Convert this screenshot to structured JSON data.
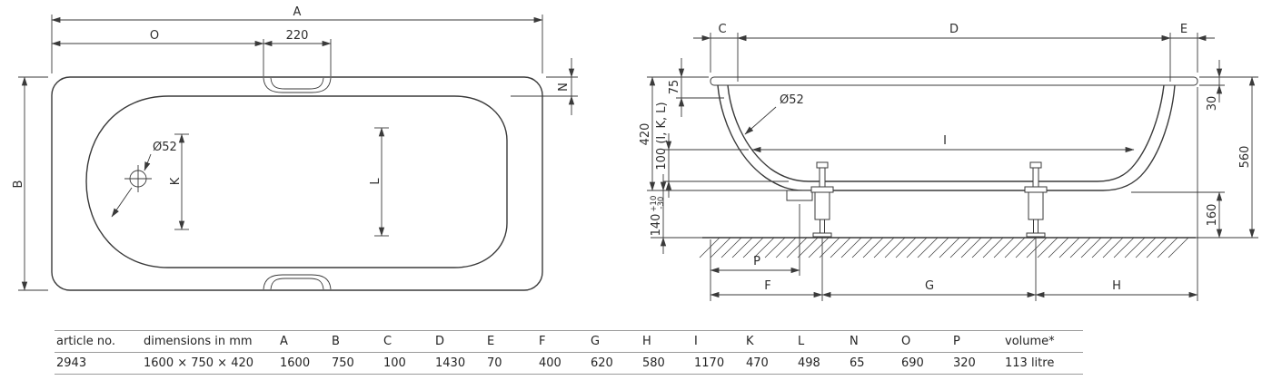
{
  "drawing": {
    "top_view": {
      "dim_A": "A",
      "dim_O": "O",
      "dim_220": "220",
      "dim_N": "N",
      "dim_B": "B",
      "dim_K": "K",
      "dim_L": "L",
      "drain_label": "Ø52"
    },
    "side_view": {
      "dim_C": "C",
      "dim_D": "D",
      "dim_E": "E",
      "dim_75": "75",
      "dim_420": "420",
      "dim_100": "100 (I, K, L)",
      "dim_140": "140",
      "dim_140_tol_plus": "+10",
      "dim_140_tol_minus": "-30",
      "drain_label": "Ø52",
      "dim_I": "I",
      "dim_30": "30",
      "dim_560": "560",
      "dim_160": "160",
      "dim_P": "P",
      "dim_F": "F",
      "dim_G": "G",
      "dim_H": "H"
    }
  },
  "table": {
    "headers": [
      "article no.",
      "dimensions in mm",
      "A",
      "B",
      "C",
      "D",
      "E",
      "F",
      "G",
      "H",
      "I",
      "K",
      "L",
      "N",
      "O",
      "P",
      "volume*"
    ],
    "values": [
      "2943",
      "1600 × 750 × 420",
      "1600",
      "750",
      "100",
      "1430",
      "70",
      "400",
      "620",
      "580",
      "1170",
      "470",
      "498",
      "65",
      "690",
      "320",
      "113 litre"
    ]
  }
}
